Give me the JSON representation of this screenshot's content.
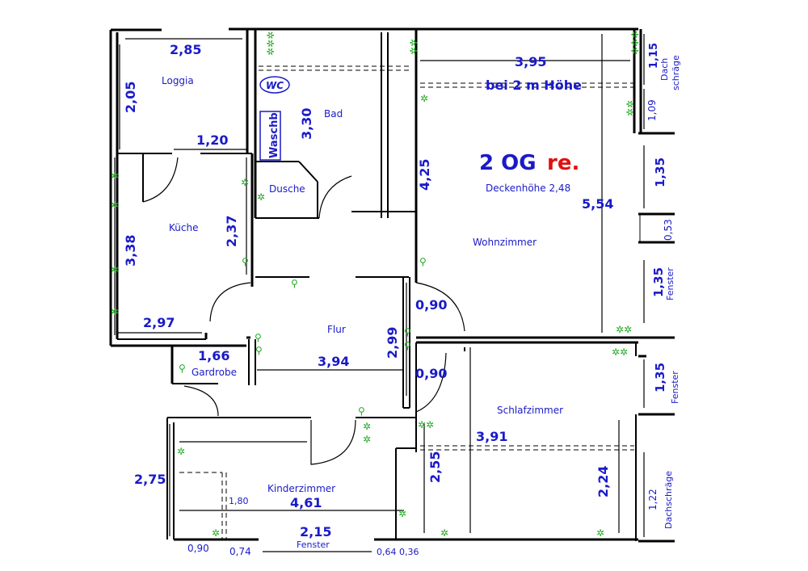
{
  "plan": {
    "title": "2 OG",
    "title_suffix": "re.",
    "ceiling_height": "Deckenhöhe 2,48",
    "rooms": {
      "loggia": "Loggia",
      "bad": "Bad",
      "wc": "WC",
      "waschb": "Waschb",
      "dusche": "Dusche",
      "kueche": "Küche",
      "wohnzimmer": "Wohnzimmer",
      "flur": "Flur",
      "gardrobe": "Gardrobe",
      "schlafzimmer": "Schlafzimmer",
      "kinderzimmer": "Kinderzimmer"
    },
    "notes": {
      "bei_2m": "bei 2 m Höhe",
      "dach_schraege": "Dach schräge",
      "dach_1": "Dach",
      "dach_2": "schräge",
      "fenster": "Fenster",
      "dachschraege": "Dachschräge"
    },
    "dimensions": {
      "d285": "2,85",
      "d205": "2,05",
      "d120": "1,20",
      "d330": "3,30",
      "d338": "3,38",
      "d237": "2,37",
      "d297": "2,97",
      "d395": "3,95",
      "d425": "4,25",
      "d554": "5,54",
      "d115": "1,15",
      "d109": "1,09",
      "d135a": "1,35",
      "d053": "0,53",
      "d135b": "1,35",
      "d090a": "0,90",
      "d299": "2,99",
      "d166": "1,66",
      "d394": "3,94",
      "d090b": "0,90",
      "d135c": "1,35",
      "d391": "3,91",
      "d255": "2,55",
      "d224": "2,24",
      "d122": "1,22",
      "d275": "2,75",
      "d180": "1,80",
      "d461": "4,61",
      "d215": "2,15",
      "d090c": "0,90",
      "d074": "0,74",
      "d064": "0,64",
      "d036": "0,36"
    },
    "symbols": {
      "socket": "✲",
      "double_socket": "✲✲",
      "triple_socket": "✲✲✲",
      "switch": "⚲"
    }
  }
}
